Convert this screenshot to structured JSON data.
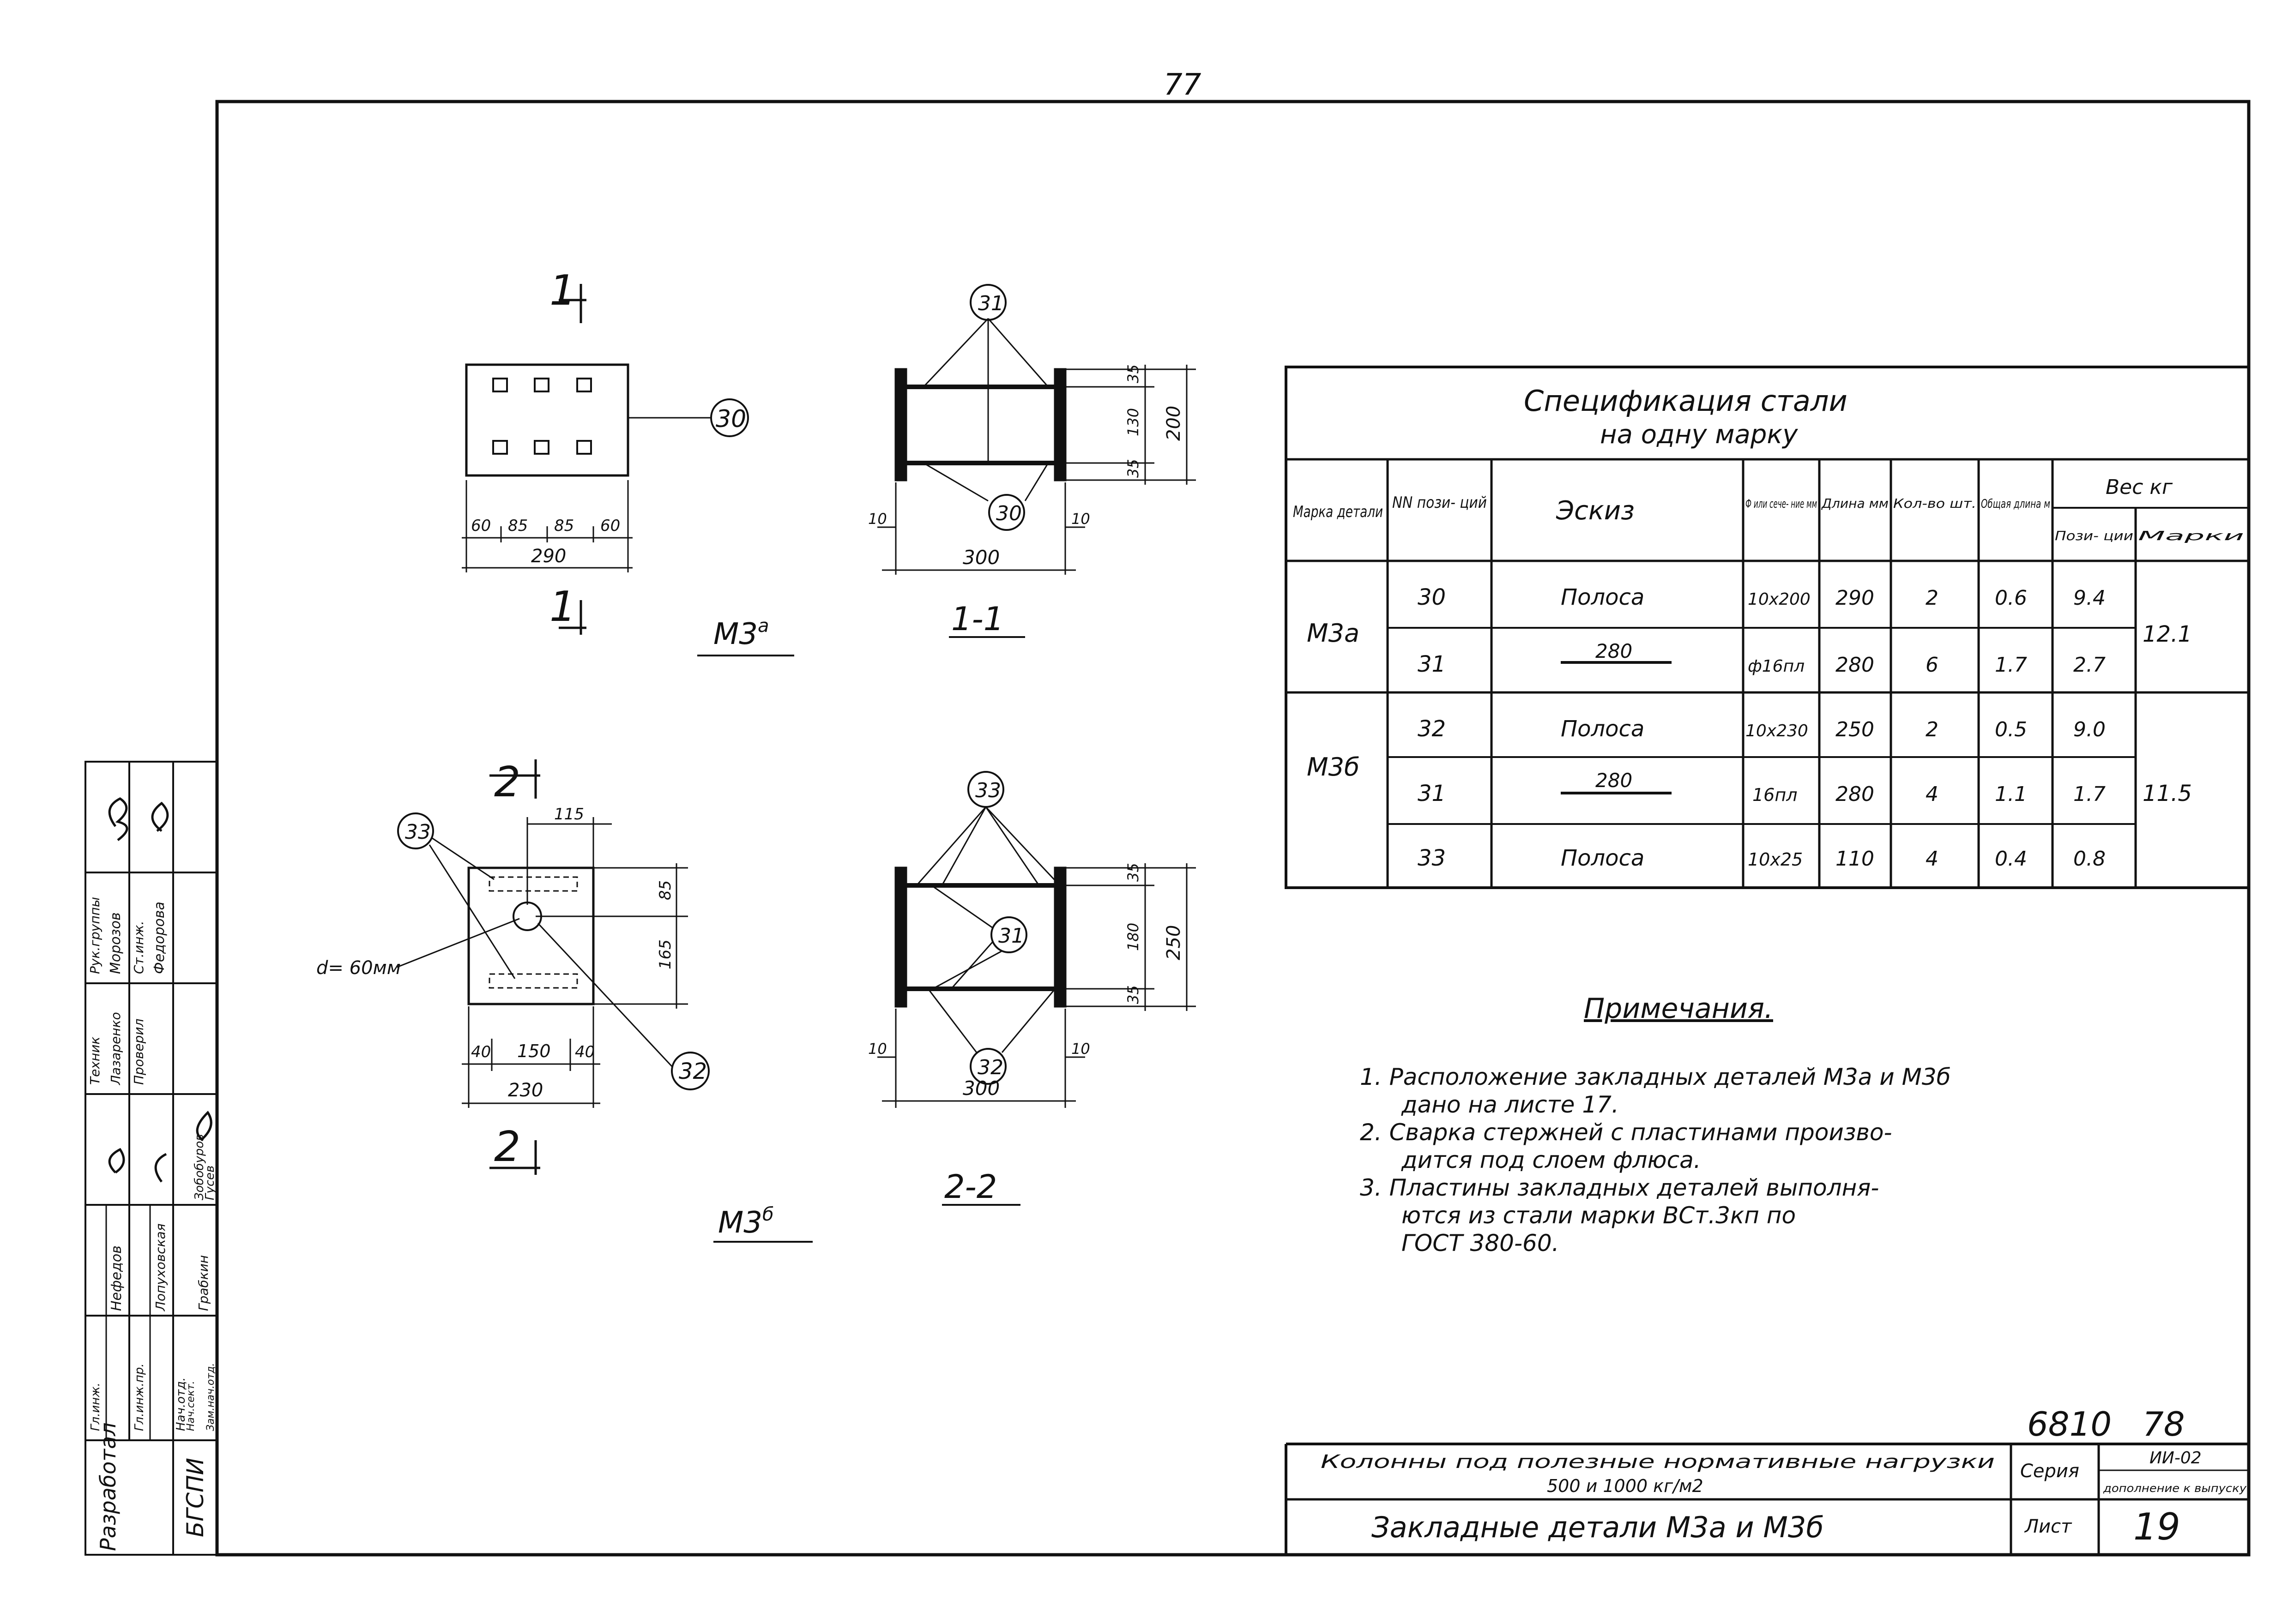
{
  "page_number": "77",
  "drawing_m3a": {
    "section_mark": "1",
    "positions": {
      "plate": "30",
      "bars": "31"
    },
    "dims_plan": [
      "60",
      "85",
      "85",
      "60"
    ],
    "dim_total": "290",
    "label": "М3",
    "label_sup": "а",
    "section_title": "1-1",
    "sec_dims": {
      "d1": "35",
      "d2": "130",
      "d3": "35",
      "total": "200",
      "left": "10",
      "right": "10",
      "width": "300"
    }
  },
  "drawing_m3b": {
    "section_mark": "2",
    "positions": {
      "plate": "32",
      "bars": "31",
      "strip": "33"
    },
    "dim_115": "115",
    "dim_85": "85",
    "dim_165": "165",
    "hole": "d= 60мм",
    "dims_plan": [
      "40",
      "150",
      "40"
    ],
    "dim_total": "230",
    "label": "М3",
    "label_sup": "б",
    "section_title": "2-2",
    "sec_dims": {
      "d1": "35",
      "d2": "180",
      "d3": "35",
      "total": "250",
      "left": "10",
      "right": "10",
      "width": "300"
    }
  },
  "spec": {
    "title_line1": "Спецификация стали",
    "title_line2": "на одну марку",
    "headers": {
      "mark": "Марка детали",
      "pos": "NN пози- ций",
      "sketch": "Эскиз",
      "section": "Ф или сече- ние мм",
      "length": "Длина мм",
      "qty": "Кол-во шт.",
      "total_len": "Общая длина м",
      "weight": "Вес кг",
      "weight_pos": "Пози- ции",
      "weight_mark": "Марки"
    },
    "rows": [
      {
        "mark": "М3а",
        "pos": "30",
        "sketch": "Полоса",
        "section": "10x200",
        "length": "290",
        "qty": "2",
        "total_len": "0.6",
        "w_pos": "9.4",
        "w_mark": "12.1"
      },
      {
        "mark": "",
        "pos": "31",
        "sketch": "280",
        "section": "ф16пл",
        "length": "280",
        "qty": "6",
        "total_len": "1.7",
        "w_pos": "2.7",
        "w_mark": ""
      },
      {
        "mark": "М3б",
        "pos": "32",
        "sketch": "Полоса",
        "section": "10x230",
        "length": "250",
        "qty": "2",
        "total_len": "0.5",
        "w_pos": "9.0",
        "w_mark": "11.5"
      },
      {
        "mark": "",
        "pos": "31",
        "sketch": "280",
        "section": "16пл",
        "length": "280",
        "qty": "4",
        "total_len": "1.1",
        "w_pos": "1.7",
        "w_mark": ""
      },
      {
        "mark": "",
        "pos": "33",
        "sketch": "Полоса",
        "section": "10x25",
        "length": "110",
        "qty": "4",
        "total_len": "0.4",
        "w_pos": "0.8",
        "w_mark": ""
      }
    ]
  },
  "notes": {
    "title": "Примечания.",
    "lines": [
      "1. Расположение закладных деталей М3а и М3б",
      "дано на листе 17.",
      "2. Сварка стержней с пластинами произво-",
      "дится под слоем флюса.",
      "3. Пластины закладных деталей выполня-",
      "ются из стали марки ВСт.3кп по",
      "ГОСТ 380-60."
    ]
  },
  "stamp": {
    "code": "6810",
    "code_page": "78",
    "title1": "Колонны под полезные нормативные нагрузки",
    "title2": "500 и 1000 кг/м2",
    "sheet_title": "Закладные детали М3а и М3б",
    "series_label": "Серия",
    "series_value": "ИИ-02",
    "series_sub": "дополнение к выпуску",
    "sheet_label": "Лист",
    "sheet_value": "19"
  },
  "signatures": {
    "developer": "Разработал",
    "org": "БГСПИ",
    "rows": [
      {
        "role": "Рук.группы",
        "name": "Морозов"
      },
      {
        "role": "Ст.инж.",
        "name": "Федорова"
      },
      {
        "role": "Техник",
        "name": "Лазаренко"
      },
      {
        "role": "Проверил",
        "name": ""
      },
      {
        "role": "Гл.инж.",
        "name": "Нефедов"
      },
      {
        "role": "Гл.инж.пр.",
        "name": "Лопуховская"
      },
      {
        "role": "Нач.отд.",
        "name": "Грабкин"
      },
      {
        "role": "Нач.сект.",
        "name": "Зобобуров"
      },
      {
        "role": "Зам.нач.отд.",
        "name": "Гусев"
      }
    ]
  }
}
